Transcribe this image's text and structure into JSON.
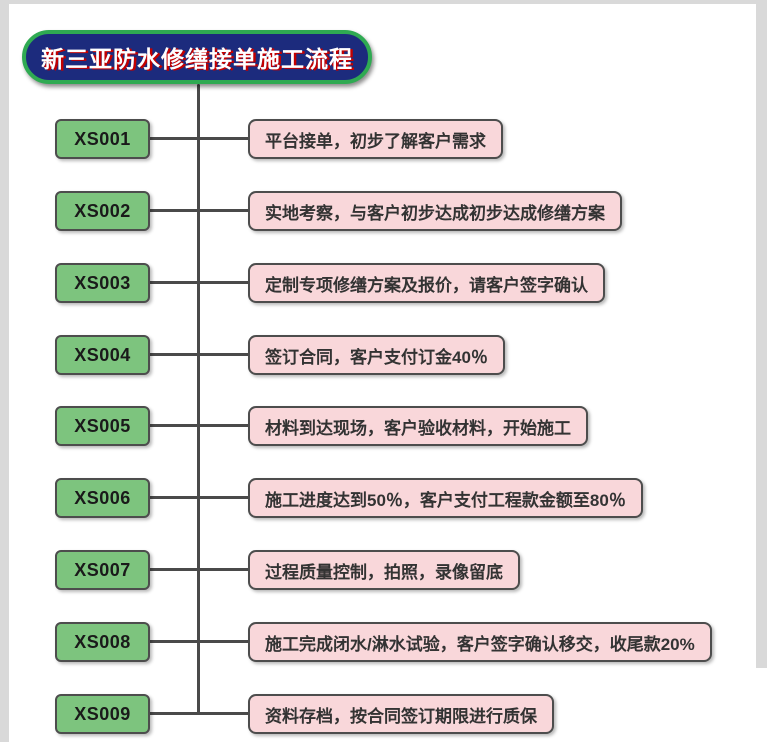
{
  "title": {
    "text": "新三亚防水修缮接单施工流程",
    "fill_color": "#1c2b7d",
    "border_color": "#2faa52",
    "text_color": "#ffffff",
    "text_shadow_color": "#c40000"
  },
  "flow": {
    "line_color": "#4a4a4a",
    "code_box_fill": "#7dc47e",
    "desc_box_fill": "#f9d7da",
    "box_border_color": "#4d4d4d",
    "steps": [
      {
        "code": "XS001",
        "desc": "平台接单，初步了解客户需求"
      },
      {
        "code": "XS002",
        "desc": "实地考察，与客户初步达成初步达成修缮方案"
      },
      {
        "code": "XS003",
        "desc": "定制专项修缮方案及报价，请客户签字确认"
      },
      {
        "code": "XS004",
        "desc": "签订合同，客户支付订金40％"
      },
      {
        "code": "XS005",
        "desc": "材料到达现场，客户验收材料，开始施工"
      },
      {
        "code": "XS006",
        "desc": "施工进度达到50％，客户支付工程款金额至80％"
      },
      {
        "code": "XS007",
        "desc": "过程质量控制，拍照，录像留底"
      },
      {
        "code": "XS008",
        "desc": "施工完成闭水/淋水试验，客户签字确认移交，收尾款20%"
      },
      {
        "code": "XS009",
        "desc": "资料存档，按合同签订期限进行质保"
      }
    ]
  }
}
